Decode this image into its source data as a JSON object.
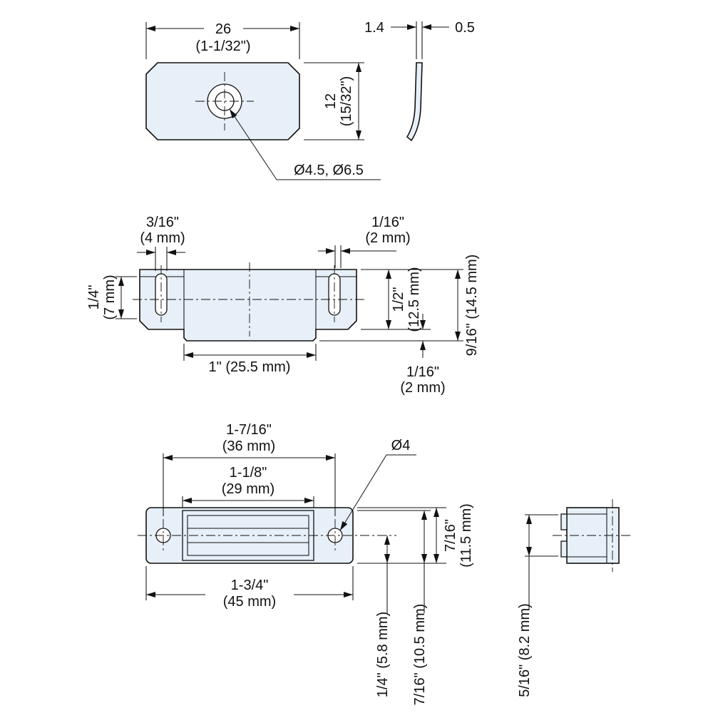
{
  "drawing": {
    "strike_front": {
      "width_mm": "26",
      "width_in": "(1-1/32\")",
      "height_mm": "12",
      "height_in": "(15/32\")",
      "hole_diameters": "Ø4.5, Ø6.5"
    },
    "strike_side": {
      "thickness_top": "1.4",
      "thickness_tip": "0.5"
    },
    "catch_side": {
      "slot_width_in": "3/16\"",
      "slot_width_mm": "(4 mm)",
      "slot2_width_in": "1/16\"",
      "slot2_width_mm": "(2 mm)",
      "flange_in": "1/4\"",
      "flange_mm": "(7 mm)",
      "body_in": "1/2\"",
      "body_mm": "(12.5 mm)",
      "total_height": "9/16\" (14.5 mm)",
      "base_width": "1\" (25.5 mm)",
      "lip_in": "1/16\"",
      "lip_mm": "(2 mm)"
    },
    "catch_front": {
      "hole_pitch_in": "1-7/16\"",
      "hole_pitch_mm": "(36 mm)",
      "magnet_width_in": "1-1/8\"",
      "magnet_width_mm": "(29 mm)",
      "hole_dia": "Ø4",
      "height_in": "7/16\"",
      "height_mm": "(11.5 mm)",
      "total_width_in": "1-3/4\"",
      "total_width_mm": "(45 mm)",
      "center_to_bottom": "1/4\" (5.8 mm)",
      "magnet_height": "7/16\" (10.5 mm)"
    },
    "catch_end": {
      "opening_height": "5/16\" (8.2 mm)"
    }
  },
  "colors": {
    "part_fill": "#e7f0f8",
    "line": "#111111",
    "background": "#ffffff"
  }
}
